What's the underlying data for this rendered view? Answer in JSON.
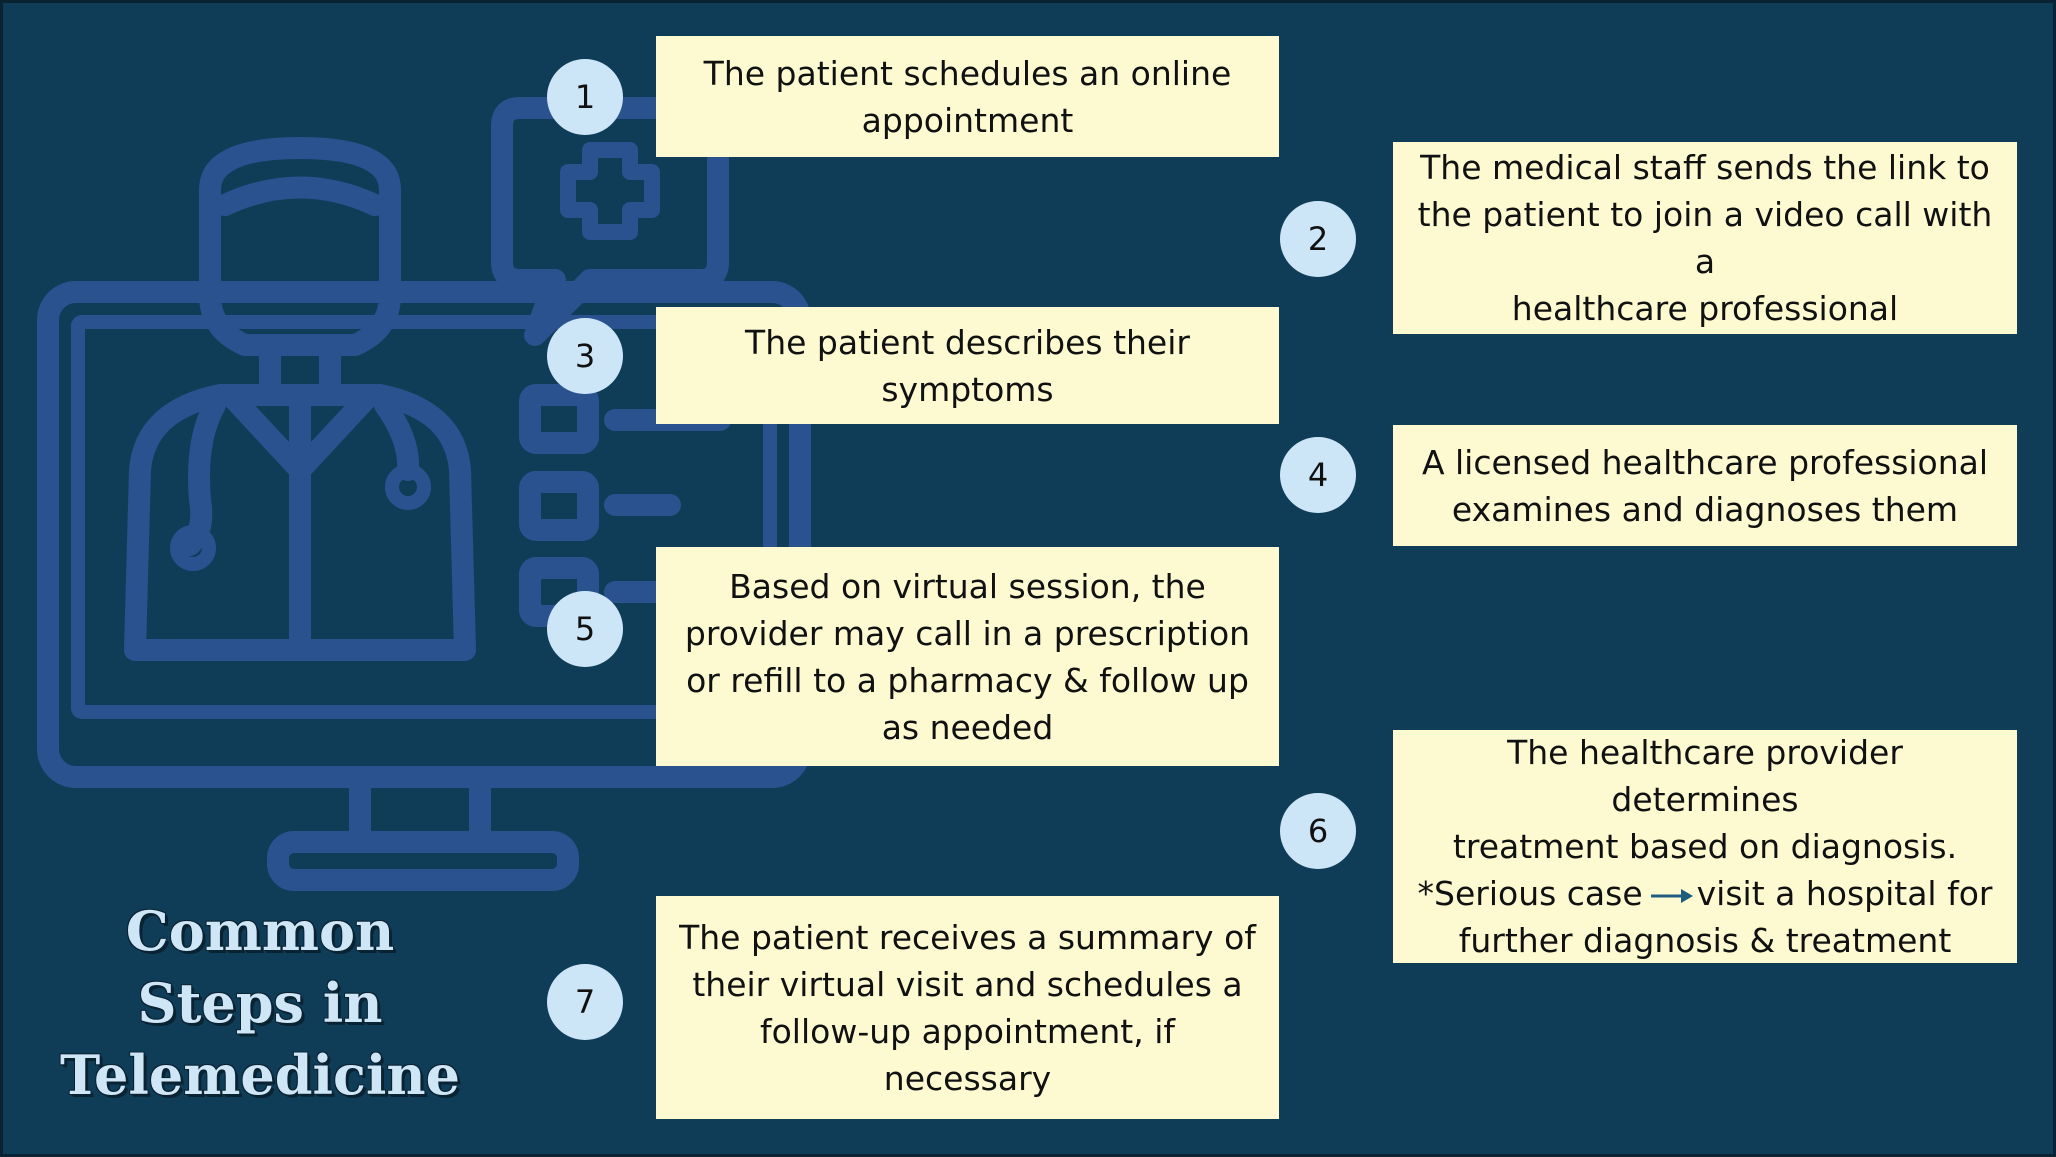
{
  "title_lines": [
    "Common",
    "Steps in",
    "Telemedicine"
  ],
  "colors": {
    "background": "#0f3d58",
    "box_fill": "#fdfad2",
    "badge_fill": "#cde6f7",
    "title_text": "#cfe6f7",
    "illustration_stroke": "#2a528f",
    "arrow": "#1f5c80"
  },
  "icons": {
    "background": "doctor-monitor-illustration",
    "inline": "right-arrow-icon"
  },
  "steps": [
    {
      "number": "1",
      "lines": [
        "The patient schedules an online",
        "appointment"
      ]
    },
    {
      "number": "2",
      "lines": [
        "The medical staff sends the link to",
        "the patient to join a video call with a",
        "healthcare professional"
      ]
    },
    {
      "number": "3",
      "lines": [
        "The patient describes their",
        "symptoms"
      ]
    },
    {
      "number": "4",
      "lines": [
        "A licensed healthcare professional",
        "examines and diagnoses them"
      ]
    },
    {
      "number": "5",
      "lines": [
        "Based on virtual session, the",
        "provider may call in a prescription",
        "or refill to a pharmacy & follow up",
        "as needed"
      ]
    },
    {
      "number": "6",
      "lines": [
        "The healthcare provider determines",
        "treatment based on diagnosis.",
        "*Serious case",
        "visit a hospital for",
        "further diagnosis & treatment"
      ]
    },
    {
      "number": "7",
      "lines": [
        "The patient receives a summary of",
        "their virtual visit and schedules a",
        "follow-up appointment, if",
        "necessary"
      ]
    }
  ]
}
